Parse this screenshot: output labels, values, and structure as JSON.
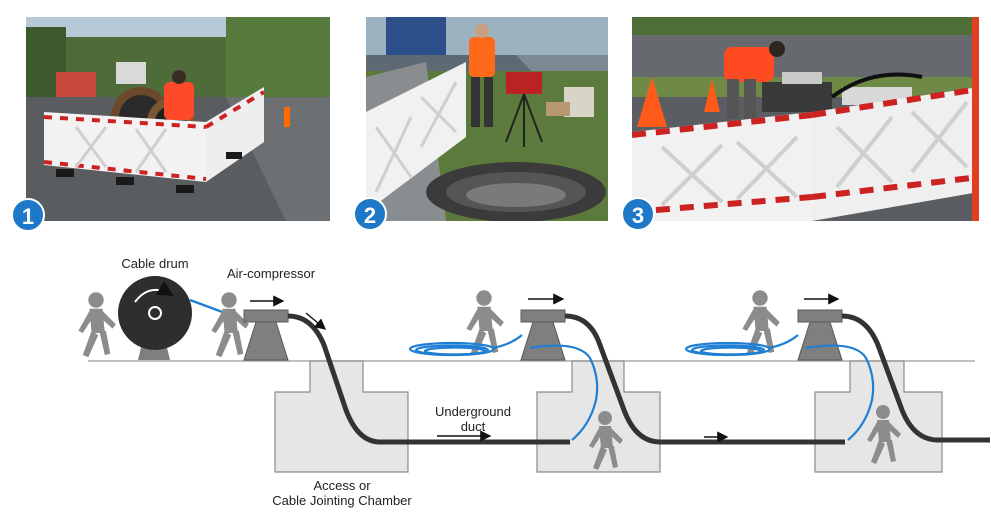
{
  "photos": [
    {
      "number": "1",
      "scene": "cable drum on trailer behind barriers"
    },
    {
      "number": "2",
      "scene": "worker at air-compressor beside fibre coil"
    },
    {
      "number": "3",
      "scene": "worker at blowing machine behind barriers"
    }
  ],
  "labels": {
    "cable_drum": "Cable drum",
    "air_compressor": "Air-compressor",
    "underground_duct_line1": "Underground",
    "underground_duct_line2": "duct",
    "chamber_line1": "Access or",
    "chamber_line2": "Cable Jointing Chamber"
  },
  "colors": {
    "badge": "#1e78c8",
    "cable": "#333333",
    "fibre": "#1f7fd4",
    "chamber": "#e6e6e6",
    "machine": "#7f7f7f",
    "person": "#8c8c8c"
  }
}
